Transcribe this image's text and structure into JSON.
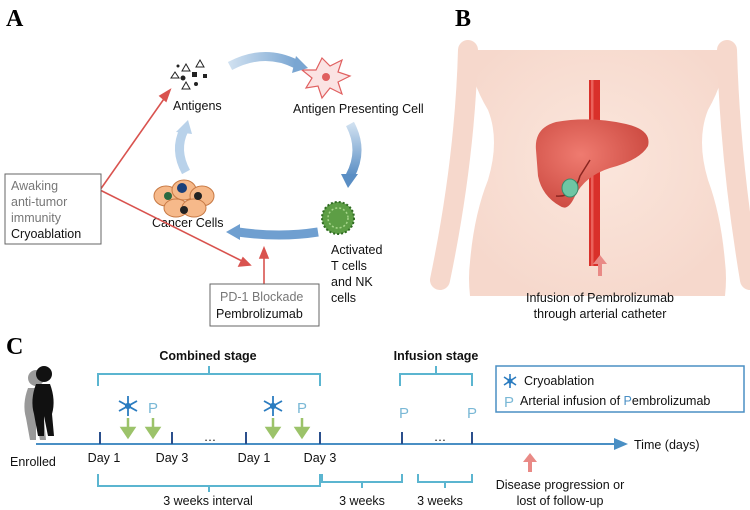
{
  "panel_a": {
    "letter": "A",
    "antigens": "Antigens",
    "apc": "Antigen Presenting Cell",
    "activated_line1": "Activated",
    "activated_line2": "T cells",
    "activated_line3": "and NK",
    "activated_line4": "cells",
    "cancer_cells": "Cancer Cells",
    "awaking_line1": "Awaking",
    "awaking_line2": "anti-tumor",
    "awaking_line3": "immunity",
    "cryoablation": "Cryoablation",
    "pd1_blockade": "PD-1 Blockade",
    "pembrolizumab": "Pembrolizumab"
  },
  "panel_b": {
    "letter": "B",
    "infusion_line1": "Infusion of Pembrolizumab",
    "infusion_line2": "through arterial catheter"
  },
  "panel_c": {
    "letter": "C",
    "combined_stage": "Combined stage",
    "infusion_stage": "Infusion stage",
    "enrolled": "Enrolled",
    "day1_a": "Day 1",
    "day3_a": "Day 3",
    "day1_b": "Day 1",
    "day3_b": "Day 3",
    "ellipsis_1": "…",
    "ellipsis_2": "…",
    "time_axis": "Time (days)",
    "p_marker": "P",
    "interval_3w": "3 weeks interval",
    "weeks_3_a": "3 weeks",
    "weeks_3_b": "3 weeks",
    "progression_line1": "Disease progression or",
    "progression_line2": "lost of follow-up",
    "legend": {
      "cryoablation": "Cryoablation",
      "arterial_prefix": "Arterial infusion of ",
      "arterial_p": "P",
      "arterial_suffix": "embrolizumab"
    }
  },
  "colors": {
    "accent_blue": "#4a8fc4",
    "bracket_blue": "#5bb5d0",
    "red_arrow": "#d9534f",
    "green_arrow": "#9cc36a",
    "liver": "#e0554a"
  }
}
